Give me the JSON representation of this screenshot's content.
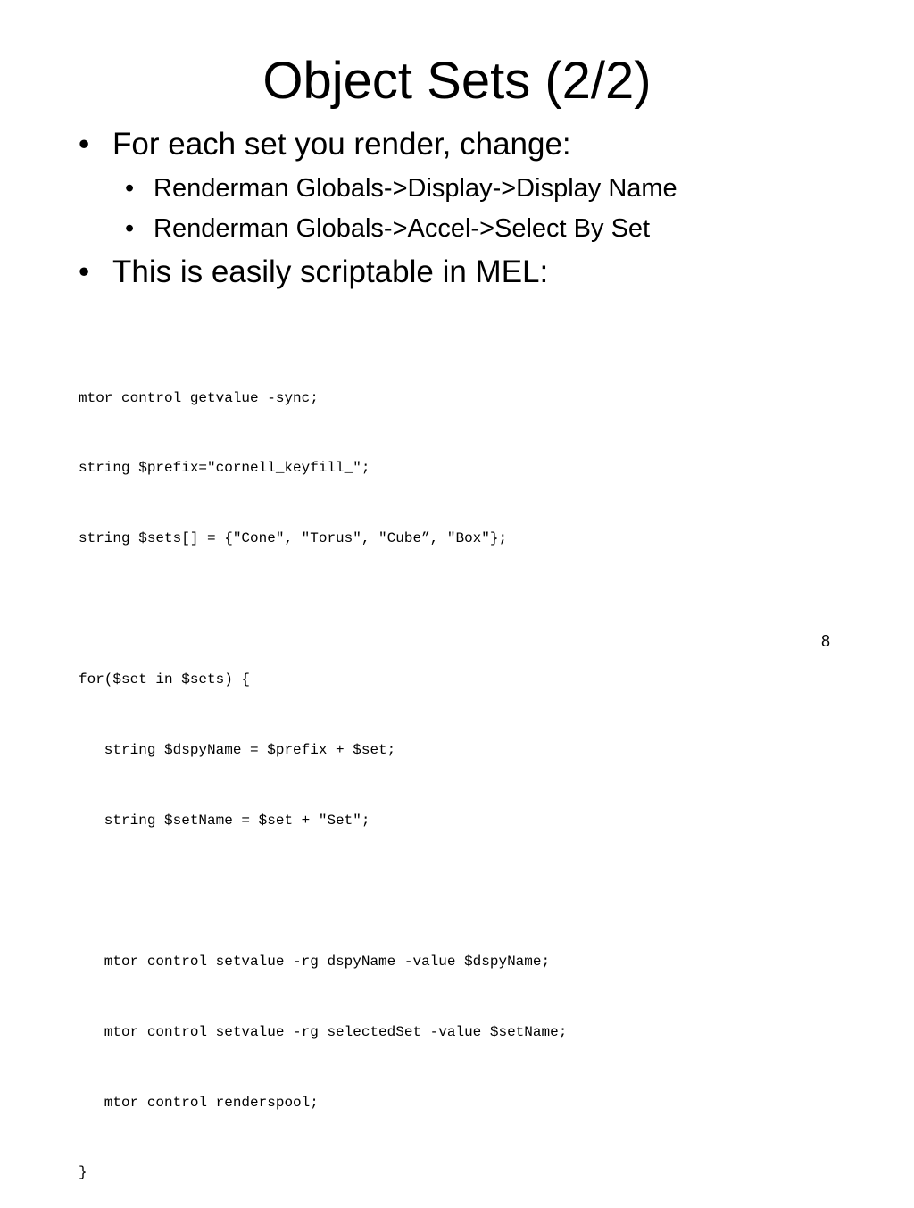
{
  "slide": {
    "title": "Object Sets (2/2)",
    "bullets": [
      {
        "marker": "•",
        "text": "For each set you render, change:"
      },
      {
        "marker": "•",
        "text": "Renderman Globals->Display->Display Name"
      },
      {
        "marker": "•",
        "text": "Renderman Globals->Accel->Select By Set"
      },
      {
        "marker": "•",
        "text": "This is easily scriptable in MEL:"
      }
    ],
    "code_lines": [
      "mtor control getvalue -sync;",
      "string $prefix=\"cornell_keyfill_\";",
      "string $sets[] = {\"Cone\", \"Torus\", \"Cube”, \"Box\"};",
      "",
      "for($set in $sets) {",
      "   string $dspyName = $prefix + $set;",
      "   string $setName = $set + \"Set\";",
      "",
      "   mtor control setvalue -rg dspyName -value $dspyName;",
      "   mtor control setvalue -rg selectedSet -value $setName;",
      "   mtor control renderspool;",
      "}"
    ],
    "page_number": "8"
  }
}
